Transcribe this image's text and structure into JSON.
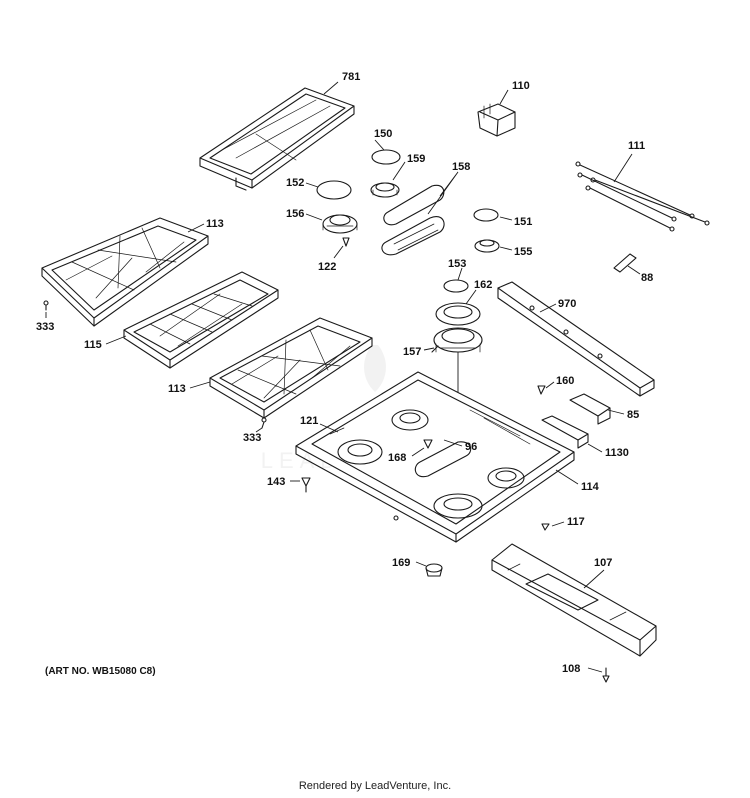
{
  "art_number": "(ART NO. WB15080 C8)",
  "footer": "Rendered by LeadVenture, Inc.",
  "watermark": "LEADVENTURE",
  "colors": {
    "line": "#1a1a1a",
    "background": "#ffffff",
    "watermark": "#e6e6e6"
  },
  "callouts": {
    "p781": "781",
    "p110": "110",
    "p150": "150",
    "p159": "159",
    "p158": "158",
    "p111": "111",
    "p152": "152",
    "p156": "156",
    "p151": "151",
    "p113a": "113",
    "p122": "122",
    "p155": "155",
    "p153": "153",
    "p88": "88",
    "p162": "162",
    "p333a": "333",
    "p970": "970",
    "p115": "115",
    "p157": "157",
    "p160": "160",
    "p113b": "113",
    "p85": "85",
    "p121": "121",
    "p333b": "333",
    "p96": "96",
    "p168": "168",
    "p1130": "1130",
    "p143": "143",
    "p114": "114",
    "p117": "117",
    "p169": "169",
    "p107": "107",
    "p108": "108"
  }
}
